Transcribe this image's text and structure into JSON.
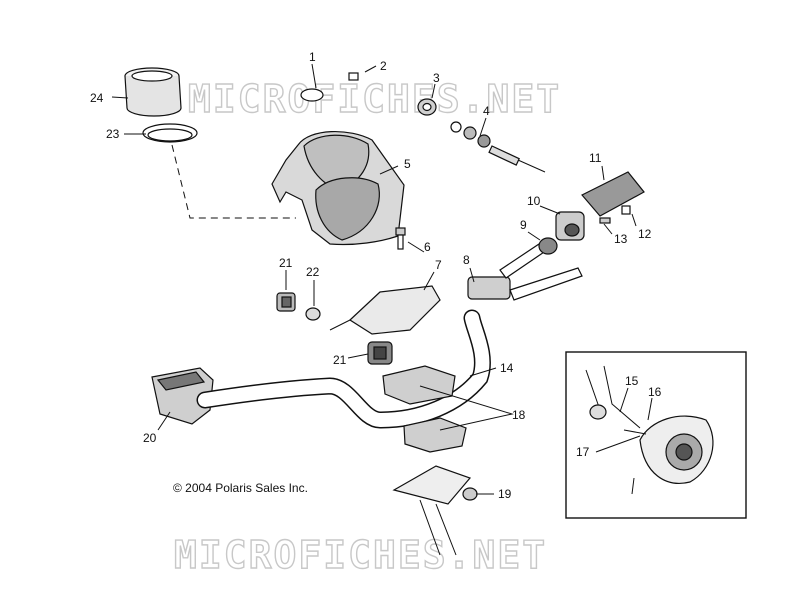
{
  "watermark": "MICROFICHES.NET",
  "copyright": "© 2004 Polaris Sales Inc.",
  "callouts": {
    "c1": "1",
    "c2": "2",
    "c3": "3",
    "c4": "4",
    "c5": "5",
    "c6": "6",
    "c7": "7",
    "c8": "8",
    "c9": "9",
    "c10": "10",
    "c11": "11",
    "c12": "12",
    "c13": "13",
    "c14": "14",
    "c15": "15",
    "c16": "16",
    "c17": "17",
    "c18": "18",
    "c19": "19",
    "c20": "20",
    "c21a": "21",
    "c21b": "21",
    "c22": "22",
    "c23": "23",
    "c24": "24"
  }
}
